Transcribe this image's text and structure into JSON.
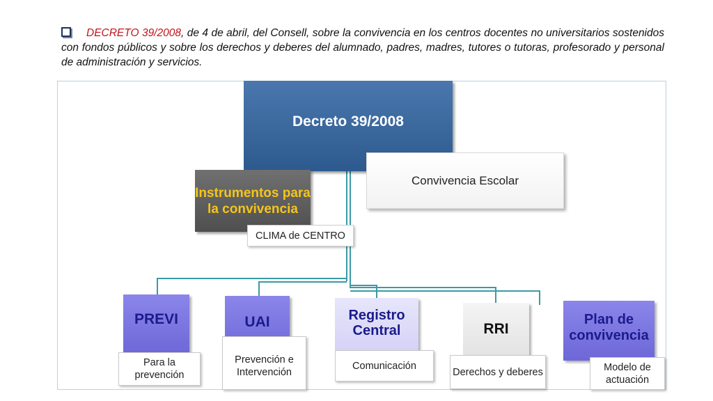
{
  "intro": {
    "ref": "DECRETO 39/2008",
    "text": ", de 4 de abril, del Consell, sobre la convivencia en los centros docentes no universitarios sostenidos con fondos públicos y sobre los derechos y deberes del alumnado, padres, madres, tutores o tutoras, profesorado y personal de administración y servicios."
  },
  "diagram": {
    "root": "Decreto 39/2008",
    "instruments": "Instrumentos para la convivencia",
    "instruments_note": "CLIMA de CENTRO",
    "convivencia": "Convivencia Escolar",
    "nodes": [
      {
        "title": "PREVI",
        "note": "Para la prevención"
      },
      {
        "title": "UAI",
        "note": "Prevención e Intervención"
      },
      {
        "title": "Registro Central",
        "note": "Comunicación"
      },
      {
        "title": "RRI",
        "note": "Derechos y deberes"
      },
      {
        "title": "Plan de convivencia",
        "note": "Modelo de actuación"
      }
    ]
  },
  "colors": {
    "root": "#3a689f",
    "instruments": "#5f5f5f",
    "instruments_text": "#f5c518",
    "node_fill": "#7c77e2",
    "node_text": "#1b1b8c",
    "connector": "#3a9aa6",
    "ref_text": "#c0141c"
  }
}
